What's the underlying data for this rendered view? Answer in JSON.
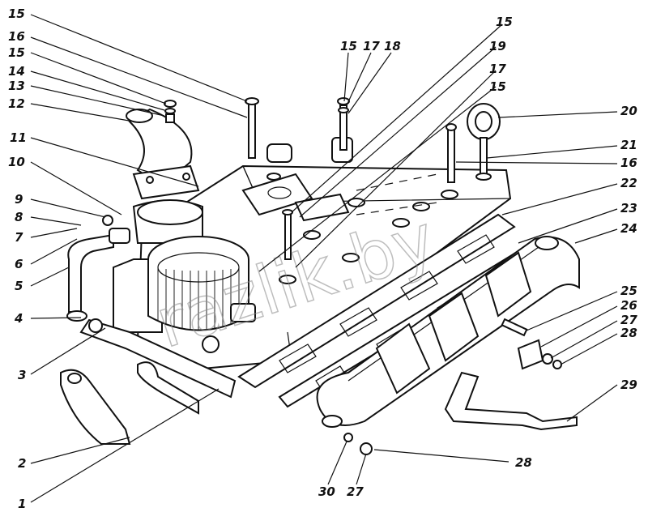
{
  "watermark": "razlik.by",
  "callouts": [
    {
      "label": "15"
    },
    {
      "label": "16"
    },
    {
      "label": "15"
    },
    {
      "label": "14"
    },
    {
      "label": "13"
    },
    {
      "label": "12"
    },
    {
      "label": "11"
    },
    {
      "label": "10"
    },
    {
      "label": "9"
    },
    {
      "label": "8"
    },
    {
      "label": "7"
    },
    {
      "label": "6"
    },
    {
      "label": "5"
    },
    {
      "label": "4"
    },
    {
      "label": "3"
    },
    {
      "label": "2"
    },
    {
      "label": "1"
    },
    {
      "label": "15"
    },
    {
      "label": "17"
    },
    {
      "label": "18"
    },
    {
      "label": "15"
    },
    {
      "label": "19"
    },
    {
      "label": "17"
    },
    {
      "label": "15"
    },
    {
      "label": "20"
    },
    {
      "label": "21"
    },
    {
      "label": "16"
    },
    {
      "label": "22"
    },
    {
      "label": "23"
    },
    {
      "label": "24"
    },
    {
      "label": "25"
    },
    {
      "label": "26"
    },
    {
      "label": "27"
    },
    {
      "label": "28"
    },
    {
      "label": "29"
    },
    {
      "label": "28"
    },
    {
      "label": "27"
    },
    {
      "label": "30"
    }
  ]
}
